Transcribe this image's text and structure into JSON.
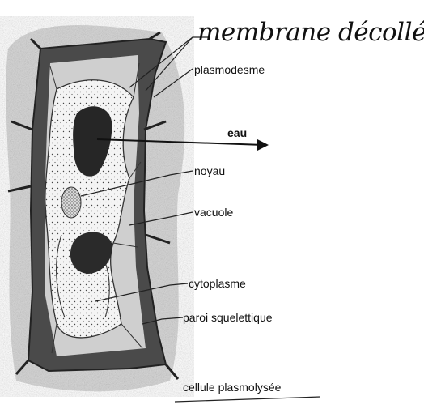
{
  "labels": {
    "membrane": "membrane décollée",
    "plasmodesme": "plasmodesme",
    "eau": "eau",
    "noyau": "noyau",
    "vacuole": "vacuole",
    "cytoplasme": "cytoplasme",
    "paroi": "paroi squelettique"
  },
  "caption": "cellule plasmolysée",
  "colors": {
    "ink": "#111111",
    "wall": "#3a3a3a",
    "shade": "#9a9a9a",
    "paper": "#ffffff"
  }
}
